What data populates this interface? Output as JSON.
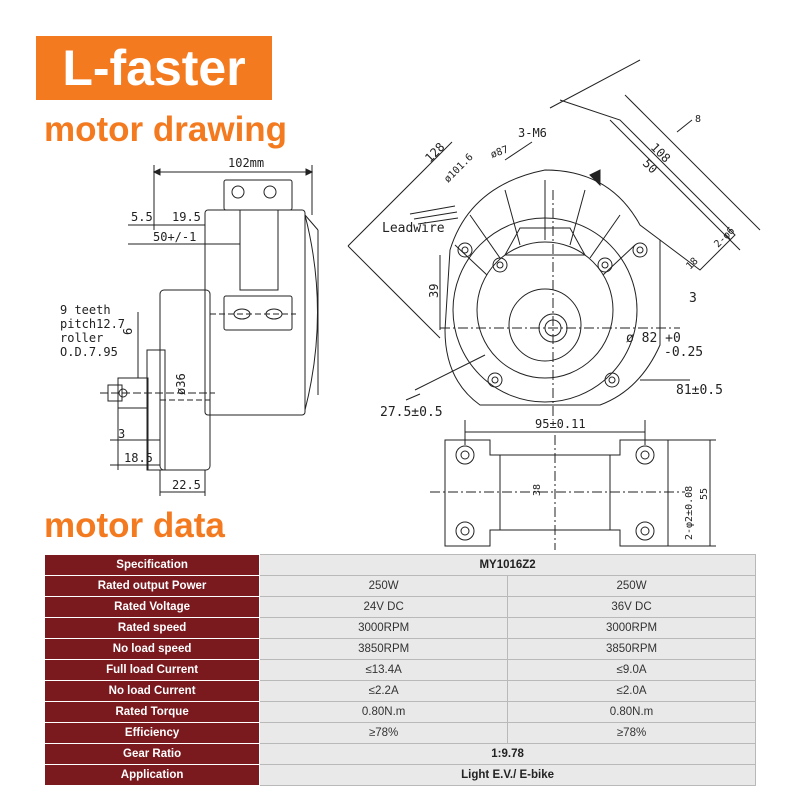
{
  "brand": {
    "name": "L-faster",
    "color": "#f47a20"
  },
  "headings": {
    "drawing": "motor drawing",
    "data": "motor data"
  },
  "drawing": {
    "side_view": {
      "width": "102mm",
      "dim_5_5": "5.5",
      "dim_19_5": "19.5",
      "dim_50": "50+/-1",
      "sprocket_note": [
        "9 teeth",
        "pitch12.7",
        "roller",
        "O.D.7.95"
      ],
      "dim_6": "6",
      "dim_36": "ø36",
      "dim_3": "3",
      "dim_18_5": "18.5",
      "dim_22_5": "22.5"
    },
    "front_view": {
      "dim_128": "128",
      "dim_101": "ø101.6",
      "dim_87": "ø87",
      "thread": "3-M6",
      "leadwire": "Leadwire",
      "dim_39": "39",
      "dim_82": "ø 82 +0",
      "dim_82_tol": "-0.25",
      "dim_81": "81±0.5",
      "dim_27": "27.5±0.5",
      "dim_108": "108",
      "dim_50": "50",
      "dim_8": "8",
      "dim_2_6": "2-φ6",
      "dim_3b": "3",
      "dim_18": "18"
    },
    "bottom_view": {
      "dim_95": "95±0.11",
      "dim_38": "38",
      "dim_slot": "2-φ2±0.08",
      "dim_55": "55"
    }
  },
  "table": {
    "header": {
      "label": "Specification",
      "model": "MY1016Z2"
    },
    "rows": [
      {
        "label": "Rated output Power",
        "v1": "250W",
        "v2": "250W"
      },
      {
        "label": "Rated Voltage",
        "v1": "24V DC",
        "v2": "36V DC"
      },
      {
        "label": "Rated speed",
        "v1": "3000RPM",
        "v2": "3000RPM"
      },
      {
        "label": "No load speed",
        "v1": "3850RPM",
        "v2": "3850RPM"
      },
      {
        "label": "Full load Current",
        "v1": "≤13.4A",
        "v2": "≤9.0A"
      },
      {
        "label": "No load Current",
        "v1": "≤2.2A",
        "v2": "≤2.0A"
      },
      {
        "label": "Rated Torque",
        "v1": "0.80N.m",
        "v2": "0.80N.m"
      },
      {
        "label": "Efficiency",
        "v1": "≥78%",
        "v2": "≥78%"
      }
    ],
    "gear": {
      "label": "Gear Ratio",
      "value": "1:9.78"
    },
    "application": {
      "label": "Application",
      "value": "Light E.V./ E-bike"
    }
  },
  "colors": {
    "label_bg": "#7a1a1f",
    "value_bg": "#e9e9e9",
    "accent": "#f47a20"
  }
}
